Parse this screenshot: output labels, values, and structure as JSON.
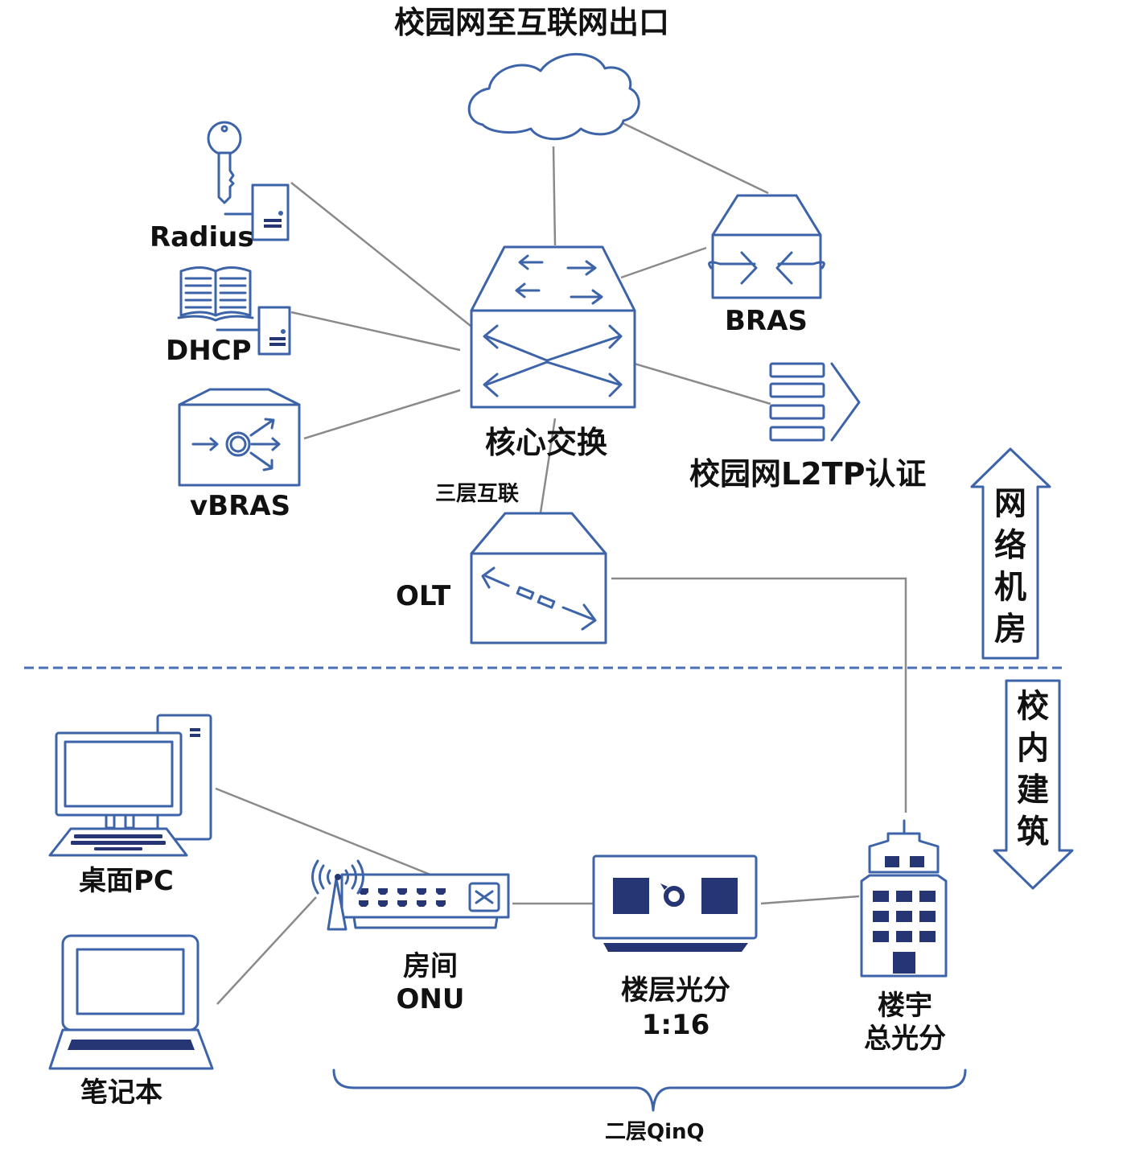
{
  "title": "校园网至互联网出口",
  "nodes": {
    "radius": "Radius",
    "dhcp": "DHCP",
    "vbras": "vBRAS",
    "core_switch": "核心交换",
    "bras": "BRAS",
    "l2tp_auth": "校园网L2TP认证",
    "olt": "OLT",
    "desktop_pc": "桌面PC",
    "laptop": "笔记本",
    "room_onu_line1": "房间",
    "room_onu_line2": "ONU",
    "floor_splitter_line1": "楼层光分",
    "floor_splitter_line2": "1:16",
    "building_splitter_line1": "楼宇",
    "building_splitter_line2": "总光分"
  },
  "edge_labels": {
    "core_olt": "三层互联",
    "qinq": "二层QinQ"
  },
  "zones": {
    "upper": [
      "网",
      "络",
      "机",
      "房"
    ],
    "lower": [
      "校",
      "内",
      "建",
      "筑"
    ]
  },
  "colors": {
    "icon_stroke": "#3d63a8",
    "icon_fill_dark": "#263675",
    "link": "#8a8a8a",
    "divider": "#4a6fb5",
    "text": "#111111"
  }
}
